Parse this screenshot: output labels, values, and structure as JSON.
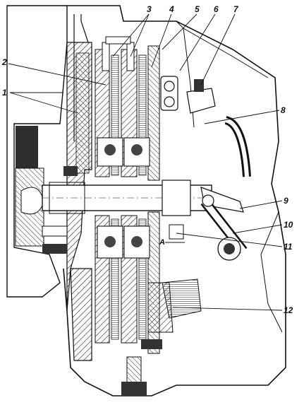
{
  "diagram": {
    "callouts": [
      {
        "id": "1",
        "label": "1"
      },
      {
        "id": "2",
        "label": "2"
      },
      {
        "id": "3",
        "label": "3"
      },
      {
        "id": "4",
        "label": "4"
      },
      {
        "id": "5",
        "label": "5"
      },
      {
        "id": "6",
        "label": "6"
      },
      {
        "id": "7",
        "label": "7"
      },
      {
        "id": "8",
        "label": "8"
      },
      {
        "id": "9",
        "label": "9"
      },
      {
        "id": "10",
        "label": "10"
      },
      {
        "id": "11",
        "label": "11"
      },
      {
        "id": "12",
        "label": "12"
      }
    ],
    "section_mark": "A",
    "colors": {
      "ink": "#111111",
      "paper": "#ffffff",
      "fill": "#3a3a3a"
    }
  }
}
